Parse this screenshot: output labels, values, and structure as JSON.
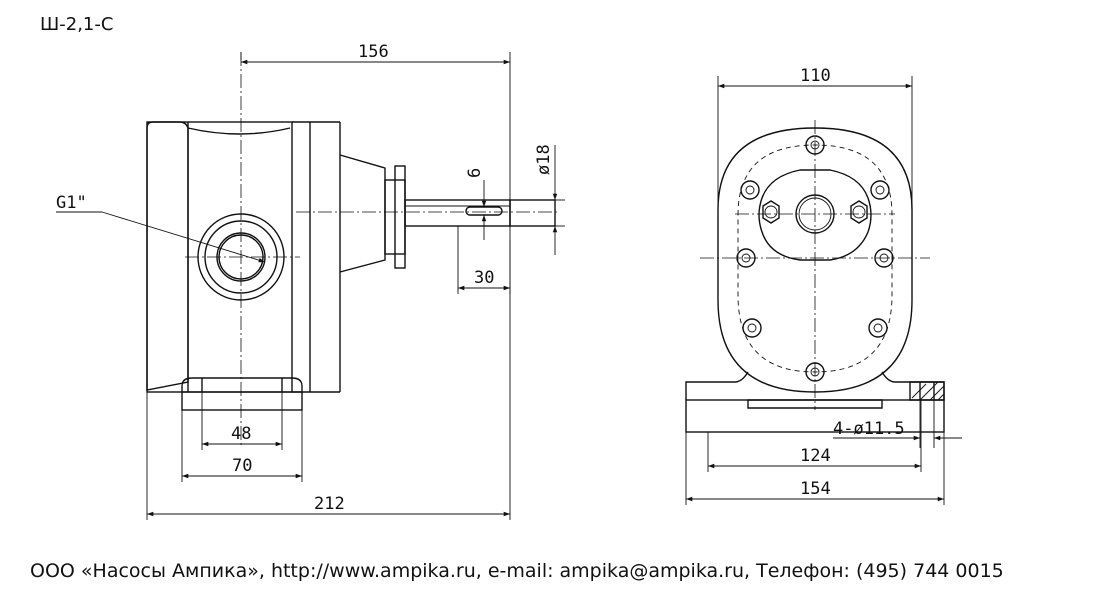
{
  "model": "Ш-2,1-С",
  "footer": "ООО «Насосы Ампика», http://www.ampika.ru, e-mail: ampika@ampika.ru, Телефон: (495) 744 0015",
  "side_view": {
    "dim_overall_top": "156",
    "dim_overall_bottom": "212",
    "dim_foot_inner": "48",
    "dim_foot_outer": "70",
    "dim_shaft_dia": "ø18",
    "dim_key_width": "6",
    "dim_shaft_length": "30",
    "port_label": "G1\""
  },
  "front_view": {
    "dim_width": "110",
    "dim_hole_spacing": "124",
    "dim_base_width": "154",
    "dim_mount_holes": "4-ø11.5"
  }
}
